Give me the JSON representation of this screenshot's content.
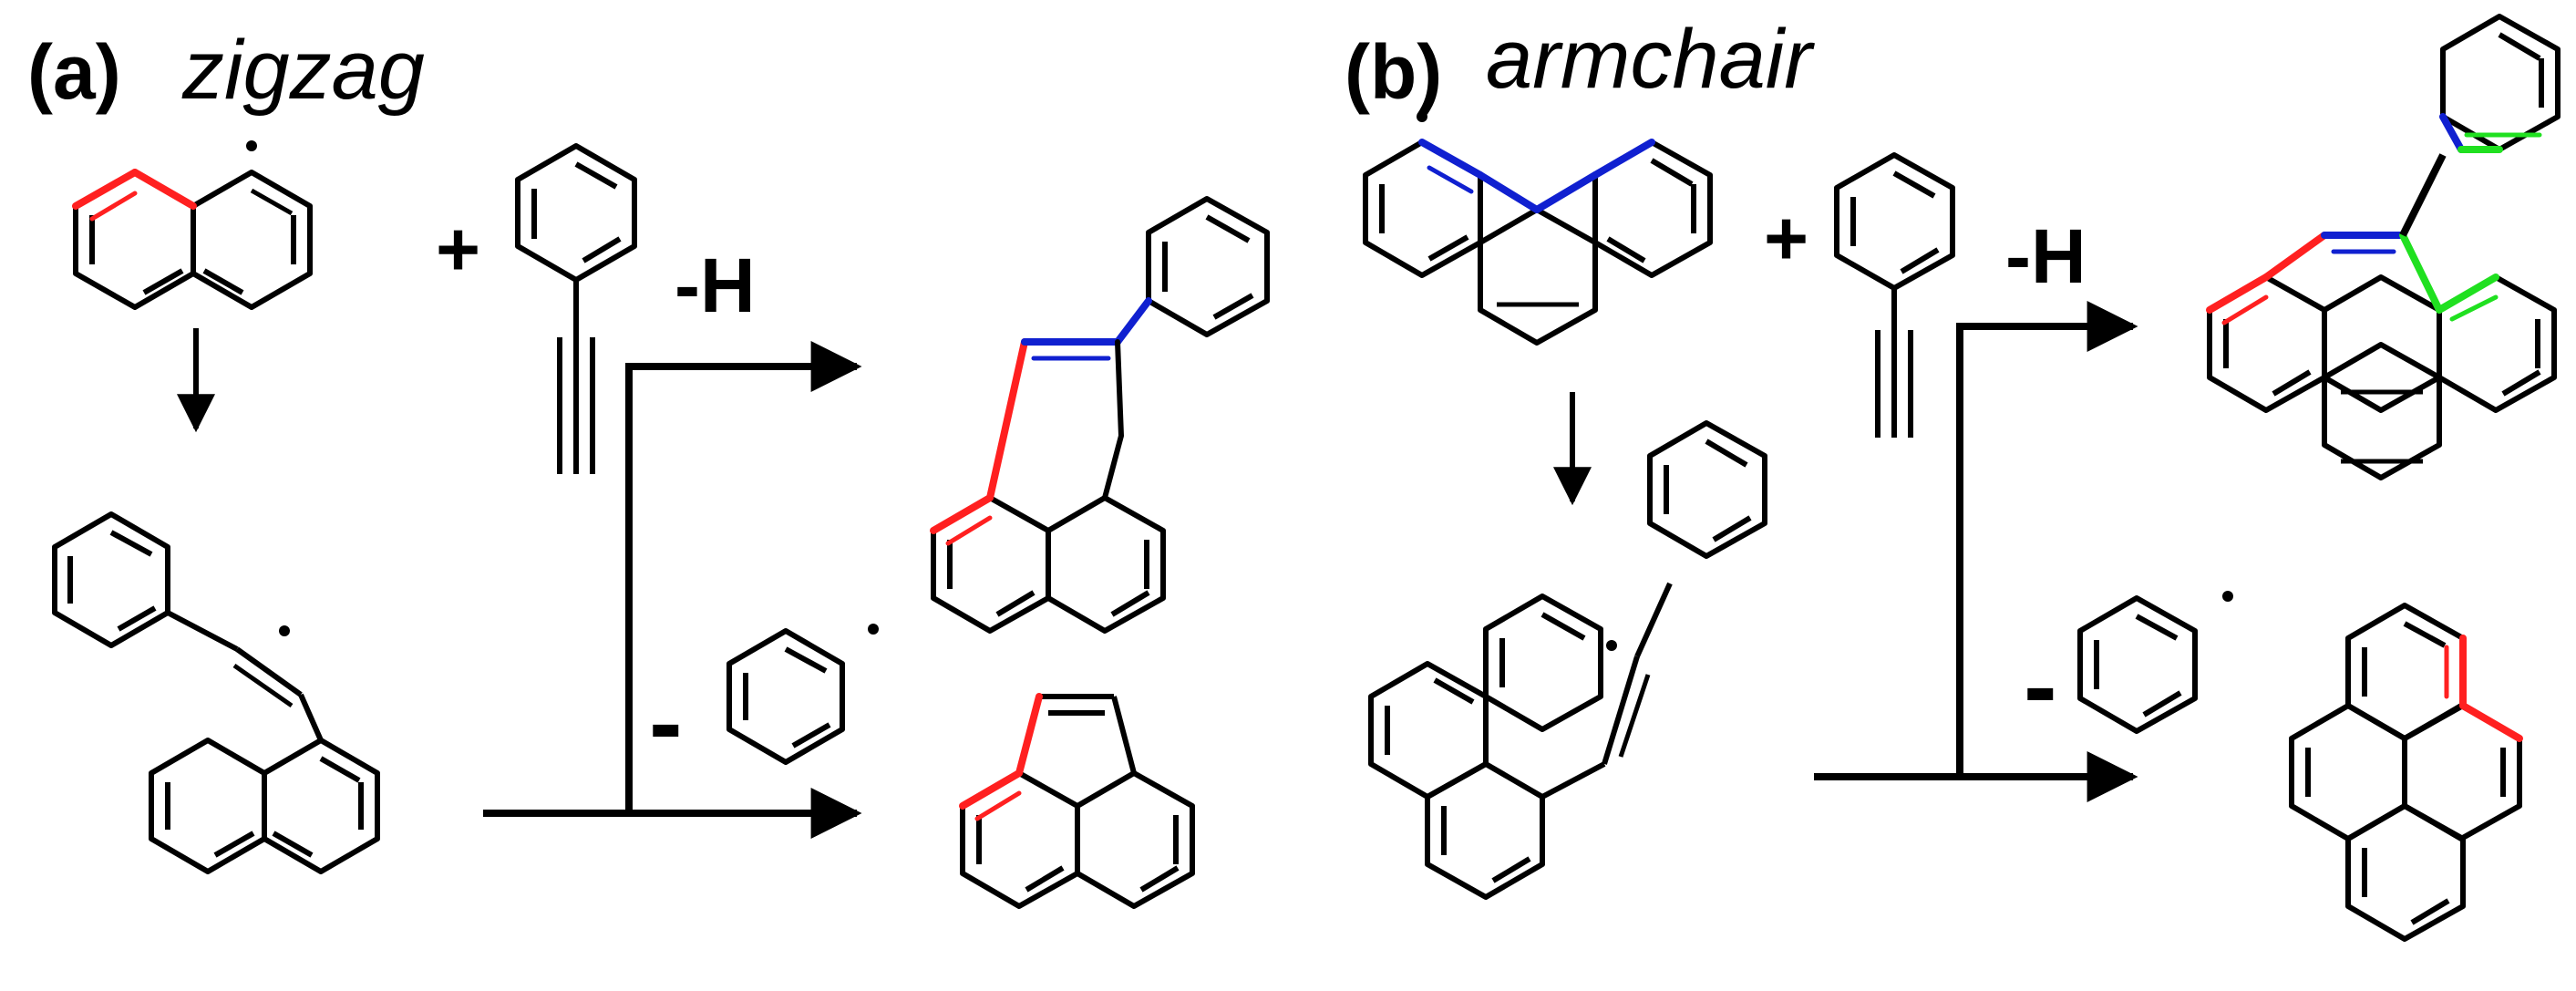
{
  "colors": {
    "bond": "#000000",
    "highlight_red": "#ff2020",
    "highlight_blue": "#1020d0",
    "highlight_green": "#20e020",
    "arrow": "#000000"
  },
  "panel_a": {
    "label": "(a)",
    "title": "zigzag",
    "plus": "+",
    "upper_product_label": "-H",
    "lower_product_label": "-"
  },
  "panel_b": {
    "label": "(b)",
    "title": "armchair",
    "plus": "+",
    "upper_product_label": "-H",
    "lower_product_label": "-"
  }
}
